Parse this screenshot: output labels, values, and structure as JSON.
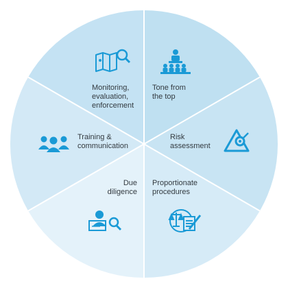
{
  "segments": [
    {
      "label": "Tone from\nthe top",
      "icon": "presentation-audience-icon"
    },
    {
      "label": "Risk\nassessment",
      "icon": "risk-triangle-icon"
    },
    {
      "label": "Proportionate\nprocedures",
      "icon": "scales-document-icon"
    },
    {
      "label": "Due\ndiligence",
      "icon": "person-search-icon"
    },
    {
      "label": "Training &\ncommunication",
      "icon": "group-people-icon"
    },
    {
      "label": "Monitoring,\nevaluation,\nenforcement",
      "icon": "map-magnifier-icon"
    }
  ],
  "colors": {
    "segment_dark": "#bfe0f1",
    "segment_mid": "#d2e9f6",
    "segment_light": "#e4f2fa",
    "divider": "#ffffff",
    "icon": "#1a9ad6",
    "text": "#333a40"
  }
}
